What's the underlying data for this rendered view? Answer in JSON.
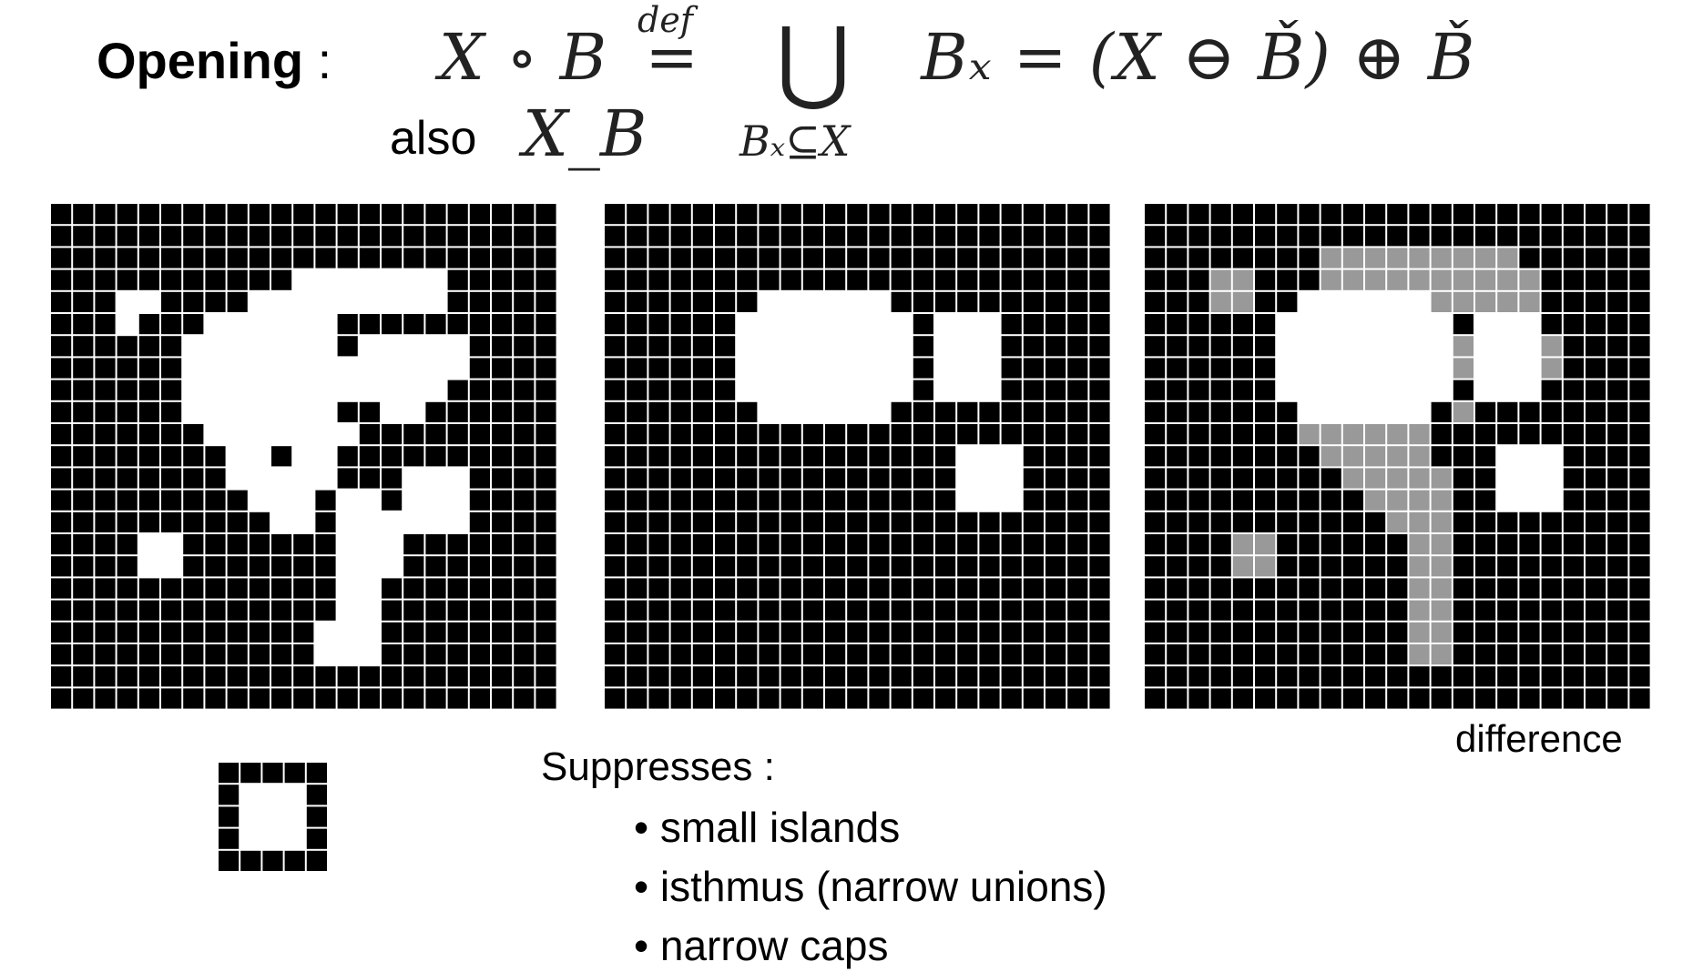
{
  "heading": {
    "label": "Opening",
    "colon": ":"
  },
  "formula": {
    "lhs": "X ∘ B",
    "def": "def",
    "eq": "=",
    "union": "⋃",
    "union_sub": "Bₓ⊆X",
    "rhs": "Bₓ = (X ⊖ B̌) ⊕ B̌",
    "also_label": "also",
    "alt": "X_B"
  },
  "grids": {
    "cols": 23,
    "rows": 23,
    "colors": {
      "on": "#000000",
      "off": "#ffffff",
      "diff": "#999999",
      "line": "#ffffff"
    },
    "original": {
      "white": [
        [
          3,
          11
        ],
        [
          3,
          12
        ],
        [
          3,
          13
        ],
        [
          3,
          14
        ],
        [
          3,
          15
        ],
        [
          3,
          16
        ],
        [
          3,
          17
        ],
        [
          4,
          3
        ],
        [
          4,
          4
        ],
        [
          4,
          9
        ],
        [
          4,
          10
        ],
        [
          4,
          11
        ],
        [
          4,
          12
        ],
        [
          4,
          13
        ],
        [
          4,
          14
        ],
        [
          4,
          15
        ],
        [
          4,
          16
        ],
        [
          4,
          17
        ],
        [
          5,
          3
        ],
        [
          5,
          7
        ],
        [
          5,
          8
        ],
        [
          5,
          9
        ],
        [
          5,
          10
        ],
        [
          5,
          11
        ],
        [
          5,
          12
        ],
        [
          6,
          6
        ],
        [
          6,
          7
        ],
        [
          6,
          8
        ],
        [
          6,
          9
        ],
        [
          6,
          10
        ],
        [
          6,
          11
        ],
        [
          6,
          12
        ],
        [
          6,
          14
        ],
        [
          6,
          15
        ],
        [
          6,
          16
        ],
        [
          6,
          17
        ],
        [
          6,
          18
        ],
        [
          7,
          6
        ],
        [
          7,
          7
        ],
        [
          7,
          8
        ],
        [
          7,
          9
        ],
        [
          7,
          10
        ],
        [
          7,
          11
        ],
        [
          7,
          12
        ],
        [
          7,
          13
        ],
        [
          7,
          14
        ],
        [
          7,
          15
        ],
        [
          7,
          16
        ],
        [
          7,
          17
        ],
        [
          7,
          18
        ],
        [
          8,
          6
        ],
        [
          8,
          7
        ],
        [
          8,
          8
        ],
        [
          8,
          9
        ],
        [
          8,
          10
        ],
        [
          8,
          11
        ],
        [
          8,
          12
        ],
        [
          8,
          13
        ],
        [
          8,
          14
        ],
        [
          8,
          15
        ],
        [
          8,
          16
        ],
        [
          8,
          17
        ],
        [
          9,
          6
        ],
        [
          9,
          7
        ],
        [
          9,
          8
        ],
        [
          9,
          9
        ],
        [
          9,
          10
        ],
        [
          9,
          11
        ],
        [
          9,
          12
        ],
        [
          9,
          15
        ],
        [
          9,
          16
        ],
        [
          10,
          7
        ],
        [
          10,
          8
        ],
        [
          10,
          9
        ],
        [
          10,
          10
        ],
        [
          10,
          11
        ],
        [
          10,
          12
        ],
        [
          10,
          13
        ],
        [
          11,
          8
        ],
        [
          11,
          9
        ],
        [
          11,
          11
        ],
        [
          11,
          12
        ],
        [
          12,
          8
        ],
        [
          12,
          9
        ],
        [
          12,
          10
        ],
        [
          12,
          11
        ],
        [
          12,
          12
        ],
        [
          12,
          16
        ],
        [
          12,
          17
        ],
        [
          12,
          18
        ],
        [
          13,
          9
        ],
        [
          13,
          10
        ],
        [
          13,
          11
        ],
        [
          13,
          13
        ],
        [
          13,
          14
        ],
        [
          13,
          16
        ],
        [
          13,
          17
        ],
        [
          13,
          18
        ],
        [
          14,
          10
        ],
        [
          14,
          11
        ],
        [
          14,
          13
        ],
        [
          14,
          14
        ],
        [
          14,
          15
        ],
        [
          14,
          16
        ],
        [
          14,
          17
        ],
        [
          14,
          18
        ],
        [
          15,
          4
        ],
        [
          15,
          5
        ],
        [
          15,
          13
        ],
        [
          15,
          14
        ],
        [
          15,
          15
        ],
        [
          16,
          4
        ],
        [
          16,
          5
        ],
        [
          16,
          13
        ],
        [
          16,
          14
        ],
        [
          16,
          15
        ],
        [
          17,
          13
        ],
        [
          17,
          14
        ],
        [
          18,
          13
        ],
        [
          18,
          14
        ],
        [
          19,
          12
        ],
        [
          19,
          13
        ],
        [
          19,
          14
        ],
        [
          20,
          12
        ],
        [
          20,
          13
        ],
        [
          20,
          14
        ]
      ]
    },
    "opened": {
      "white": [
        [
          4,
          7
        ],
        [
          4,
          8
        ],
        [
          4,
          9
        ],
        [
          4,
          10
        ],
        [
          4,
          11
        ],
        [
          4,
          12
        ],
        [
          5,
          6
        ],
        [
          5,
          7
        ],
        [
          5,
          8
        ],
        [
          5,
          9
        ],
        [
          5,
          10
        ],
        [
          5,
          11
        ],
        [
          5,
          12
        ],
        [
          5,
          13
        ],
        [
          5,
          15
        ],
        [
          5,
          16
        ],
        [
          5,
          17
        ],
        [
          6,
          6
        ],
        [
          6,
          7
        ],
        [
          6,
          8
        ],
        [
          6,
          9
        ],
        [
          6,
          10
        ],
        [
          6,
          11
        ],
        [
          6,
          12
        ],
        [
          6,
          13
        ],
        [
          6,
          15
        ],
        [
          6,
          16
        ],
        [
          6,
          17
        ],
        [
          7,
          6
        ],
        [
          7,
          7
        ],
        [
          7,
          8
        ],
        [
          7,
          9
        ],
        [
          7,
          10
        ],
        [
          7,
          11
        ],
        [
          7,
          12
        ],
        [
          7,
          13
        ],
        [
          7,
          15
        ],
        [
          7,
          16
        ],
        [
          7,
          17
        ],
        [
          8,
          6
        ],
        [
          8,
          7
        ],
        [
          8,
          8
        ],
        [
          8,
          9
        ],
        [
          8,
          10
        ],
        [
          8,
          11
        ],
        [
          8,
          12
        ],
        [
          8,
          13
        ],
        [
          8,
          15
        ],
        [
          8,
          16
        ],
        [
          8,
          17
        ],
        [
          9,
          7
        ],
        [
          9,
          8
        ],
        [
          9,
          9
        ],
        [
          9,
          10
        ],
        [
          9,
          11
        ],
        [
          9,
          12
        ],
        [
          11,
          16
        ],
        [
          11,
          17
        ],
        [
          11,
          18
        ],
        [
          12,
          16
        ],
        [
          12,
          17
        ],
        [
          12,
          18
        ],
        [
          13,
          16
        ],
        [
          13,
          17
        ],
        [
          13,
          18
        ]
      ]
    },
    "difference": {
      "white": [
        [
          4,
          7
        ],
        [
          4,
          8
        ],
        [
          4,
          9
        ],
        [
          4,
          10
        ],
        [
          4,
          11
        ],
        [
          4,
          12
        ],
        [
          5,
          6
        ],
        [
          5,
          7
        ],
        [
          5,
          8
        ],
        [
          5,
          9
        ],
        [
          5,
          10
        ],
        [
          5,
          11
        ],
        [
          5,
          12
        ],
        [
          5,
          13
        ],
        [
          5,
          15
        ],
        [
          5,
          16
        ],
        [
          5,
          17
        ],
        [
          6,
          6
        ],
        [
          6,
          7
        ],
        [
          6,
          8
        ],
        [
          6,
          9
        ],
        [
          6,
          10
        ],
        [
          6,
          11
        ],
        [
          6,
          12
        ],
        [
          6,
          13
        ],
        [
          6,
          15
        ],
        [
          6,
          16
        ],
        [
          6,
          17
        ],
        [
          7,
          6
        ],
        [
          7,
          7
        ],
        [
          7,
          8
        ],
        [
          7,
          9
        ],
        [
          7,
          10
        ],
        [
          7,
          11
        ],
        [
          7,
          12
        ],
        [
          7,
          13
        ],
        [
          7,
          15
        ],
        [
          7,
          16
        ],
        [
          7,
          17
        ],
        [
          8,
          6
        ],
        [
          8,
          7
        ],
        [
          8,
          8
        ],
        [
          8,
          9
        ],
        [
          8,
          10
        ],
        [
          8,
          11
        ],
        [
          8,
          12
        ],
        [
          8,
          13
        ],
        [
          8,
          15
        ],
        [
          8,
          16
        ],
        [
          8,
          17
        ],
        [
          9,
          7
        ],
        [
          9,
          8
        ],
        [
          9,
          9
        ],
        [
          9,
          10
        ],
        [
          9,
          11
        ],
        [
          9,
          12
        ],
        [
          11,
          16
        ],
        [
          11,
          17
        ],
        [
          11,
          18
        ],
        [
          12,
          16
        ],
        [
          12,
          17
        ],
        [
          12,
          18
        ],
        [
          13,
          16
        ],
        [
          13,
          17
        ],
        [
          13,
          18
        ]
      ],
      "gray": [
        [
          2,
          8
        ],
        [
          2,
          9
        ],
        [
          2,
          10
        ],
        [
          2,
          11
        ],
        [
          2,
          12
        ],
        [
          2,
          13
        ],
        [
          2,
          14
        ],
        [
          2,
          15
        ],
        [
          2,
          16
        ],
        [
          3,
          8
        ],
        [
          3,
          9
        ],
        [
          3,
          10
        ],
        [
          3,
          11
        ],
        [
          3,
          12
        ],
        [
          3,
          13
        ],
        [
          3,
          14
        ],
        [
          3,
          15
        ],
        [
          3,
          16
        ],
        [
          3,
          17
        ],
        [
          3,
          3
        ],
        [
          3,
          4
        ],
        [
          4,
          3
        ],
        [
          4,
          4
        ],
        [
          4,
          13
        ],
        [
          4,
          14
        ],
        [
          4,
          15
        ],
        [
          4,
          16
        ],
        [
          4,
          17
        ],
        [
          6,
          14
        ],
        [
          6,
          18
        ],
        [
          7,
          14
        ],
        [
          7,
          18
        ],
        [
          9,
          14
        ],
        [
          10,
          7
        ],
        [
          10,
          8
        ],
        [
          10,
          9
        ],
        [
          10,
          10
        ],
        [
          10,
          11
        ],
        [
          10,
          12
        ],
        [
          11,
          8
        ],
        [
          11,
          9
        ],
        [
          11,
          10
        ],
        [
          11,
          11
        ],
        [
          11,
          12
        ],
        [
          12,
          9
        ],
        [
          12,
          10
        ],
        [
          12,
          11
        ],
        [
          12,
          12
        ],
        [
          12,
          13
        ],
        [
          13,
          10
        ],
        [
          13,
          11
        ],
        [
          13,
          12
        ],
        [
          13,
          13
        ],
        [
          14,
          11
        ],
        [
          14,
          12
        ],
        [
          14,
          13
        ],
        [
          15,
          4
        ],
        [
          15,
          5
        ],
        [
          15,
          12
        ],
        [
          15,
          13
        ],
        [
          16,
          4
        ],
        [
          16,
          5
        ],
        [
          16,
          12
        ],
        [
          16,
          13
        ],
        [
          17,
          12
        ],
        [
          17,
          13
        ],
        [
          18,
          12
        ],
        [
          18,
          13
        ],
        [
          19,
          12
        ],
        [
          19,
          13
        ],
        [
          20,
          12
        ],
        [
          20,
          13
        ]
      ]
    },
    "difference_label": "difference"
  },
  "structuring_element": {
    "cols": 5,
    "rows": 5,
    "white": [
      [
        1,
        1
      ],
      [
        1,
        2
      ],
      [
        1,
        3
      ],
      [
        2,
        1
      ],
      [
        2,
        2
      ],
      [
        2,
        3
      ],
      [
        3,
        1
      ],
      [
        3,
        2
      ],
      [
        3,
        3
      ]
    ]
  },
  "suppresses": {
    "heading": "Suppresses :",
    "items": [
      "small islands",
      "isthmus (narrow unions)",
      "narrow caps"
    ]
  }
}
